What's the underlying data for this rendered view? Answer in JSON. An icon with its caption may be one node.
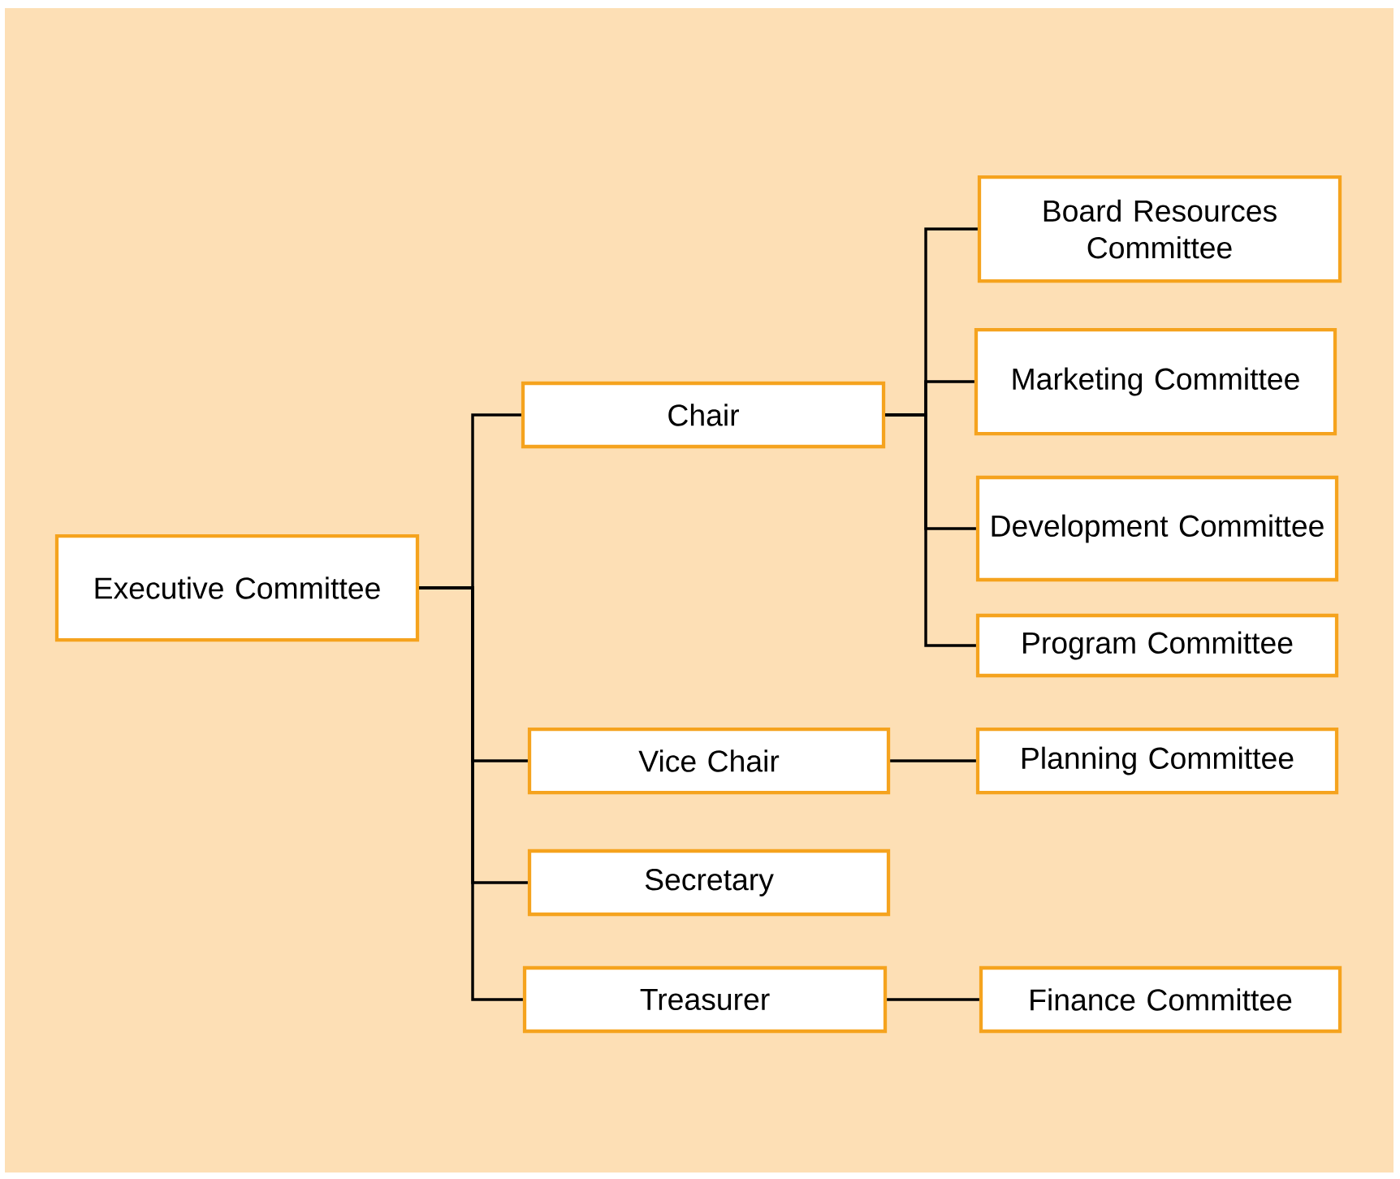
{
  "diagram": {
    "nodes": [
      {
        "text": [
          "Executive Committee"
        ]
      },
      {
        "text": [
          "Chair"
        ]
      },
      {
        "text": [
          "Vice Chair"
        ]
      },
      {
        "text": [
          "Secretary"
        ]
      },
      {
        "text": [
          "Treasurer"
        ]
      },
      {
        "text": [
          "Board Resources Committee"
        ]
      },
      {
        "text": [
          "Marketing Committee"
        ]
      },
      {
        "text": [
          "Development Committee"
        ]
      },
      {
        "text": [
          "Program Committee"
        ]
      },
      {
        "text": [
          "Planning Committee"
        ]
      },
      {
        "text": [
          "Finance Committee"
        ]
      }
    ],
    "edges": [
      {
        "from": 0,
        "to": 1,
        "arrow": "none"
      },
      {
        "from": 0,
        "to": 2,
        "arrow": "none"
      },
      {
        "from": 0,
        "to": 3,
        "arrow": "none"
      },
      {
        "from": 0,
        "to": 4,
        "arrow": "none"
      },
      {
        "from": 1,
        "to": 5,
        "arrow": "none"
      },
      {
        "from": 1,
        "to": 6,
        "arrow": "none"
      },
      {
        "from": 1,
        "to": 7,
        "arrow": "none"
      },
      {
        "from": 1,
        "to": 8,
        "arrow": "none"
      },
      {
        "from": 2,
        "to": 9,
        "arrow": "none"
      },
      {
        "from": 4,
        "to": 10,
        "arrow": "none"
      }
    ]
  }
}
